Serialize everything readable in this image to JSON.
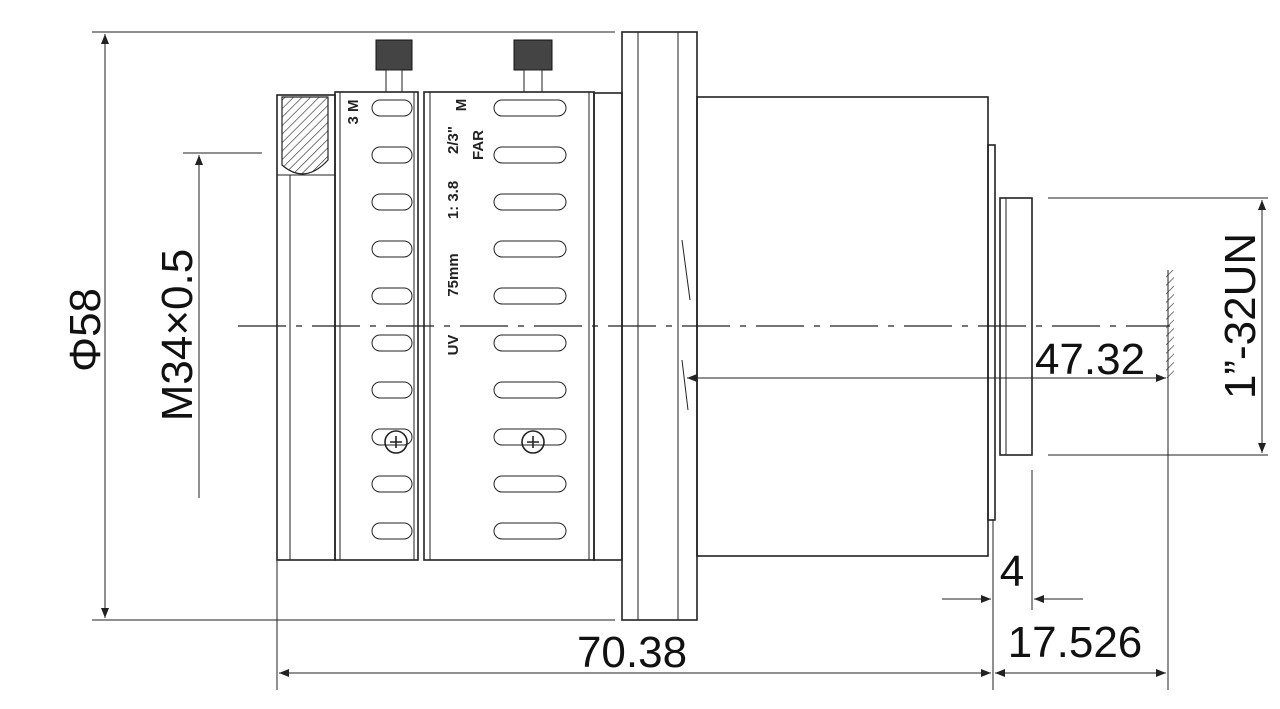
{
  "title": "75mm UV lens dimension drawing",
  "dimensions": {
    "outer_diameter": "Φ58",
    "filter_thread": "M34×0.5",
    "mount_thread": "1”-32UN",
    "flange_to_sensor": "47.32",
    "thread_length": "4",
    "overall_length": "70.38",
    "back_focal": "17.526"
  },
  "lens_markings": {
    "type": "UV",
    "focal": "75mm",
    "aperture": "1: 3.8",
    "format": "2/3\"",
    "focus_far": "FAR",
    "ring1_mark": "3 M",
    "ring2_mark": "M"
  },
  "colors": {
    "line": "#222222",
    "background": "#ffffff"
  }
}
